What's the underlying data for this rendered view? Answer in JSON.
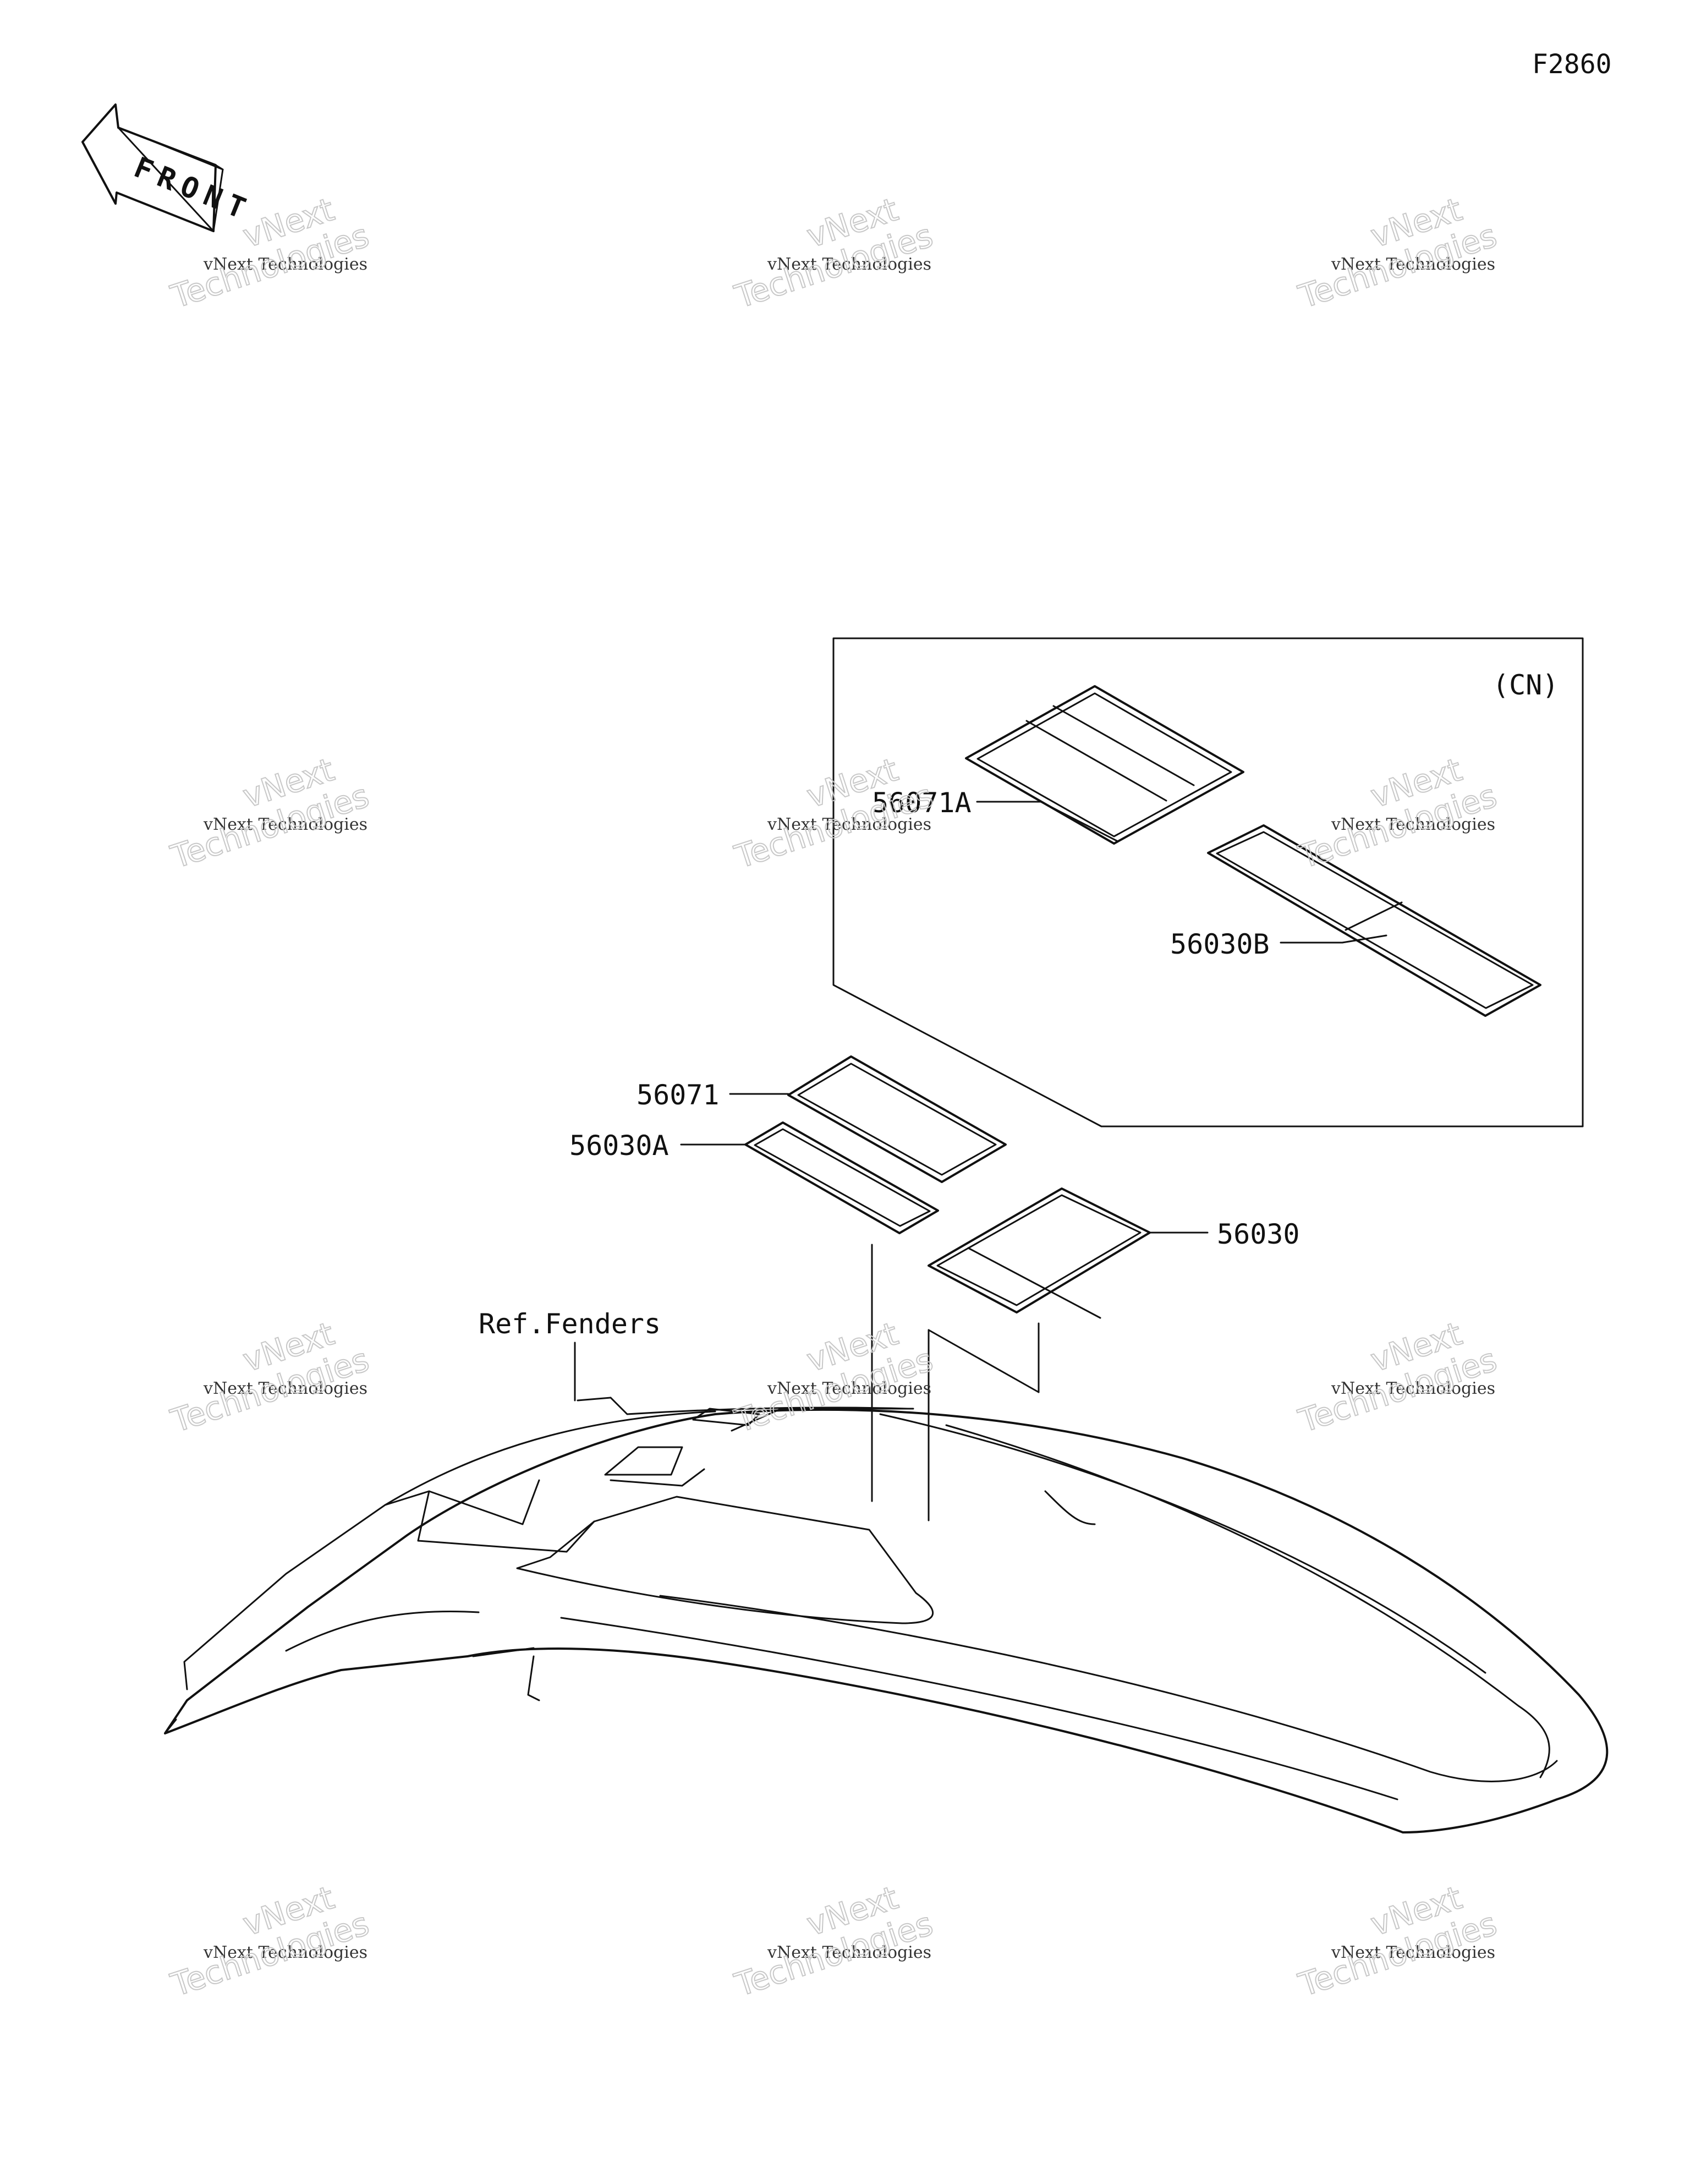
{
  "figure_id": "F2860",
  "front_arrow": {
    "text": "FRONT",
    "icon": "front-direction-arrow-icon"
  },
  "region_label": "(CN)",
  "parts": {
    "p56071A": "56071A",
    "p56030B": "56030B",
    "p56071": "56071",
    "p56030A": "56030A",
    "p56030": "56030"
  },
  "reference": "Ref.Fenders",
  "watermark": {
    "line1": "vNext Technologies",
    "line2": "vNext",
    "line3": "Technologies"
  }
}
